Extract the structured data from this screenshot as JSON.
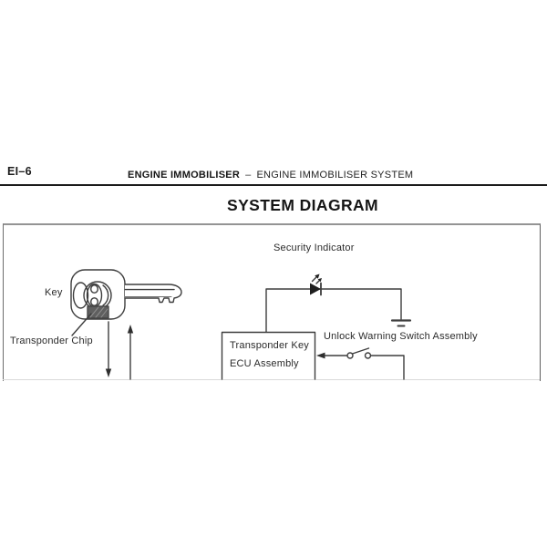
{
  "header": {
    "page_number": "EI–6",
    "section": "ENGINE IMMOBILISER",
    "separator": "–",
    "subsection": "ENGINE IMMOBILISER SYSTEM"
  },
  "title": "SYSTEM DIAGRAM",
  "diagram": {
    "key_label": "Key",
    "transponder_chip_label": "Transponder Chip",
    "security_indicator_label": "Security Indicator",
    "unlock_warning_label": "Unlock Warning Switch Assembly",
    "ecu_box": {
      "line1": "Transponder Key",
      "line2": "ECU Assembly"
    },
    "icons": {
      "key": "car-key-icon",
      "transponder_chip": "chip-icon",
      "led": "led-diode-icon",
      "ground": "ground-icon",
      "switch": "open-switch-icon",
      "signal_down": "arrow-down-icon",
      "signal_up": "arrow-up-icon"
    },
    "colors": {
      "stroke": "#3d3d3d",
      "chip_fill": "#5f5f5f",
      "frame_border": "#8c8c8c",
      "rule": "#1b1b1b"
    }
  }
}
